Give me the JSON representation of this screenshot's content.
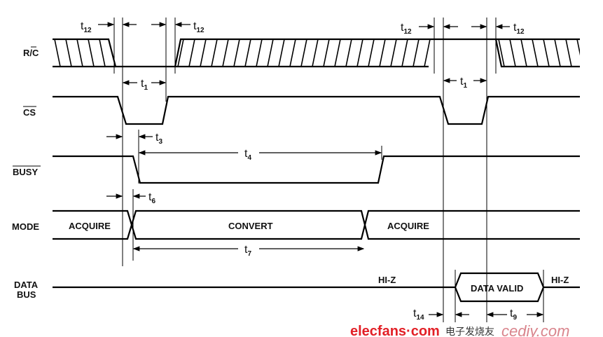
{
  "signals": {
    "rc": "R/C",
    "cs": "CS",
    "busy": "BUSY",
    "mode": "MODE",
    "data_bus_line1": "DATA",
    "data_bus_line2": "BUS"
  },
  "mode_states": {
    "acquire1": "ACQUIRE",
    "convert": "CONVERT",
    "acquire2": "ACQUIRE"
  },
  "bus_states": {
    "hiz1": "HI-Z",
    "valid": "DATA VALID",
    "hiz2": "HI-Z"
  },
  "timing": {
    "t": "t",
    "t12": "12",
    "t1": "1",
    "t3": "3",
    "t4": "4",
    "t6": "6",
    "t7": "7",
    "t14": "14",
    "t9": "9"
  },
  "watermark": {
    "brand": "elecfans·com",
    "cn": "电子发烧友",
    "site": "cediy.com"
  }
}
